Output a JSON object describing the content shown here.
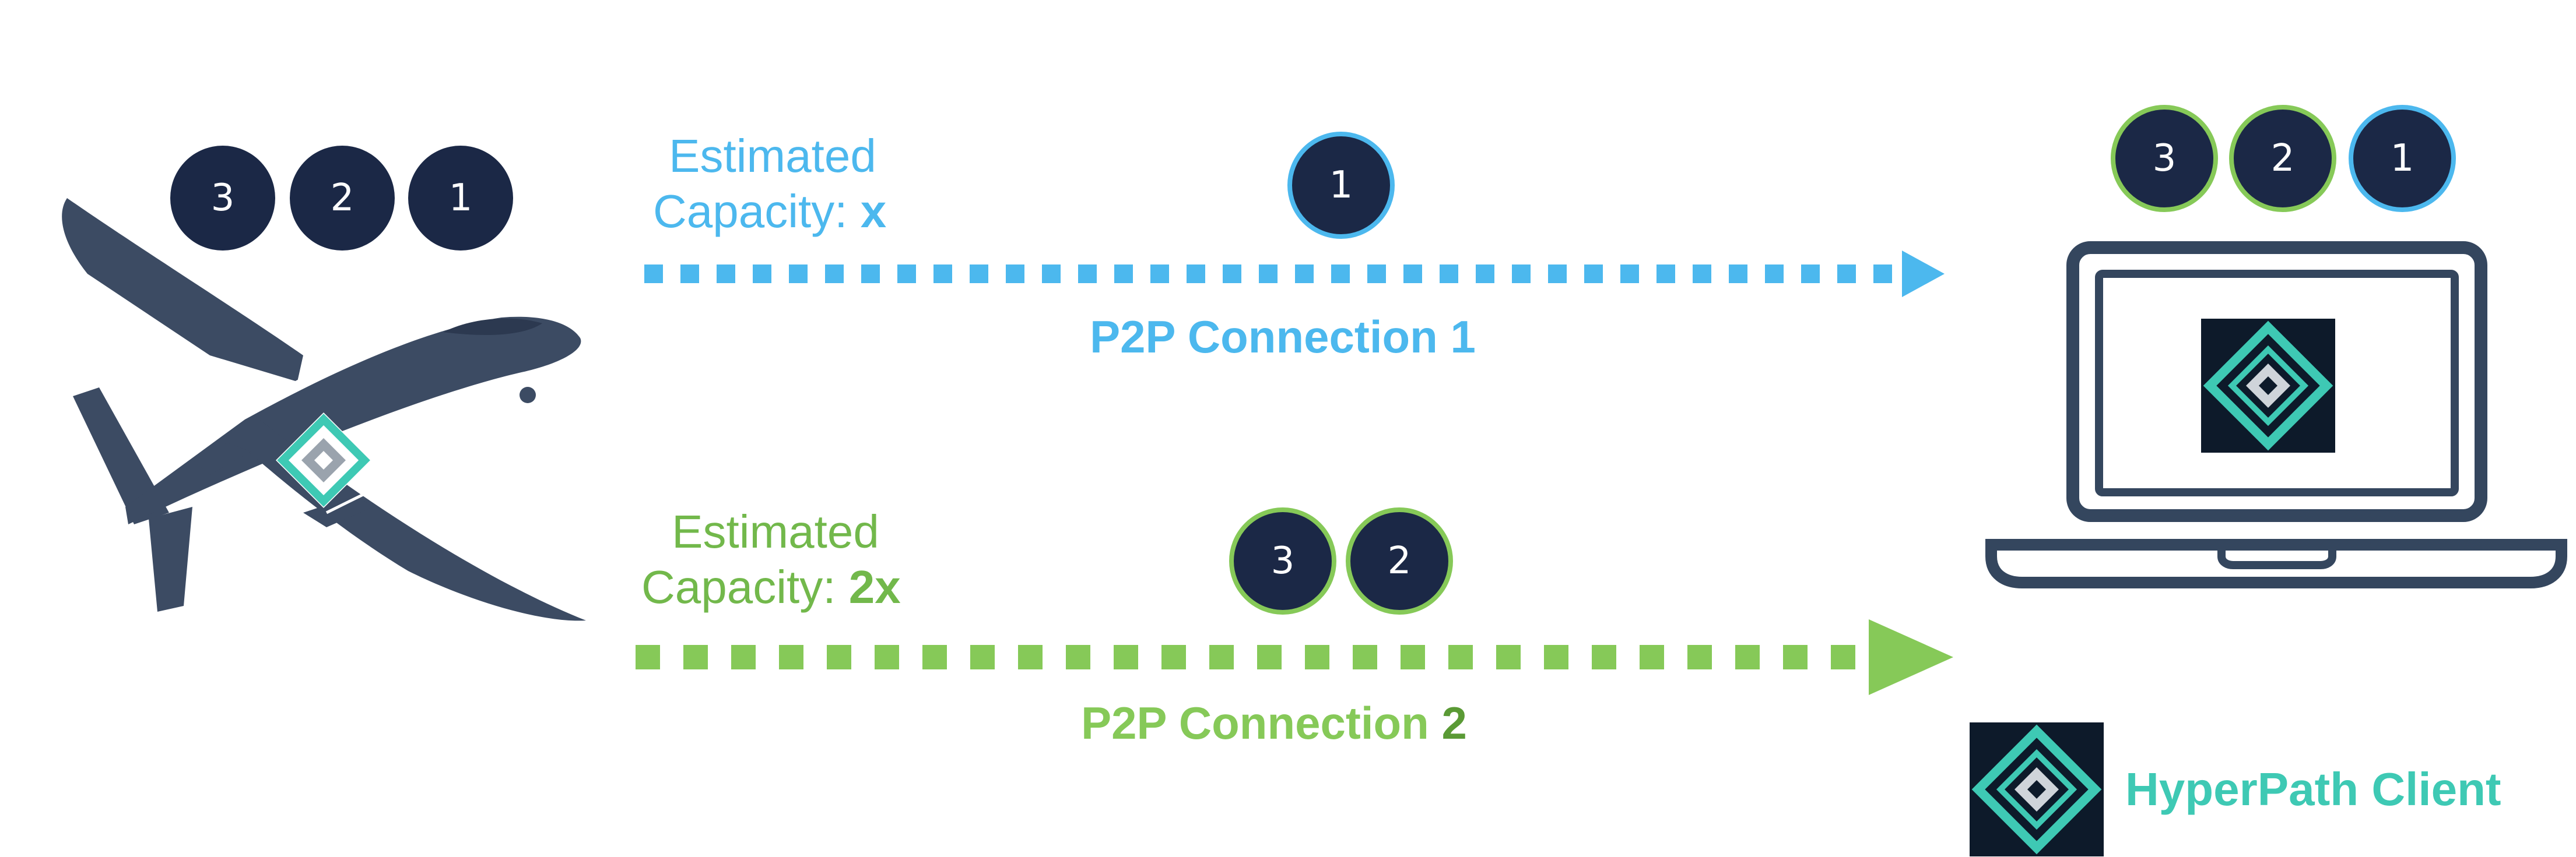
{
  "colors": {
    "navy": "#1b2846",
    "drone": "#3c4b63",
    "blue": "#4cb8ee",
    "green": "#72b84b",
    "green_line": "#86c958",
    "teal": "#3ec9b4",
    "laptop_frame": "#34465e"
  },
  "drone": {
    "queue": [
      "3",
      "2",
      "1"
    ]
  },
  "connection1": {
    "capacity_label": "Estimated",
    "capacity_prefix": "Capacity: ",
    "capacity_value": "x",
    "name": "P2P Connection 1",
    "packets": [
      "1"
    ]
  },
  "connection2": {
    "capacity_label": "Estimated",
    "capacity_prefix": "Capacity: ",
    "capacity_value": "2x",
    "name_prefix": "P2P Connection ",
    "name_number": "2",
    "packets": [
      "3",
      "2"
    ]
  },
  "client": {
    "received": [
      "3",
      "2",
      "1"
    ],
    "legend_label": "HyperPath Client"
  }
}
